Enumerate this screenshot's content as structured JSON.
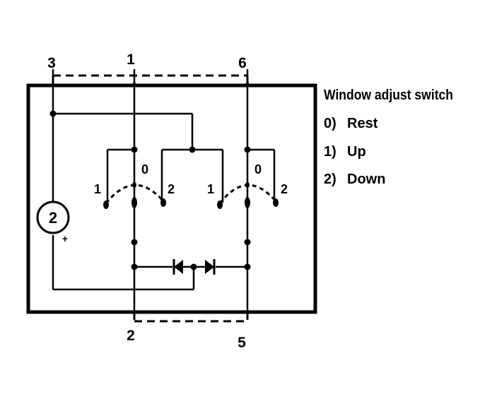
{
  "pins": {
    "p3": "3",
    "p1_top": "1",
    "p6": "6",
    "p2_bottom": "2",
    "p5": "5"
  },
  "switch_labels": {
    "left_up": "1",
    "left_rest": "0",
    "left_down": "2",
    "right_up": "1",
    "right_rest": "0",
    "right_down": "2"
  },
  "lamp_label": "2",
  "lamp_polarity": "+",
  "legend": {
    "title": "Window adjust switch",
    "items": [
      {
        "key": "0)",
        "label": "Rest"
      },
      {
        "key": "1)",
        "label": "Up"
      },
      {
        "key": "2)",
        "label": "Down"
      }
    ]
  }
}
